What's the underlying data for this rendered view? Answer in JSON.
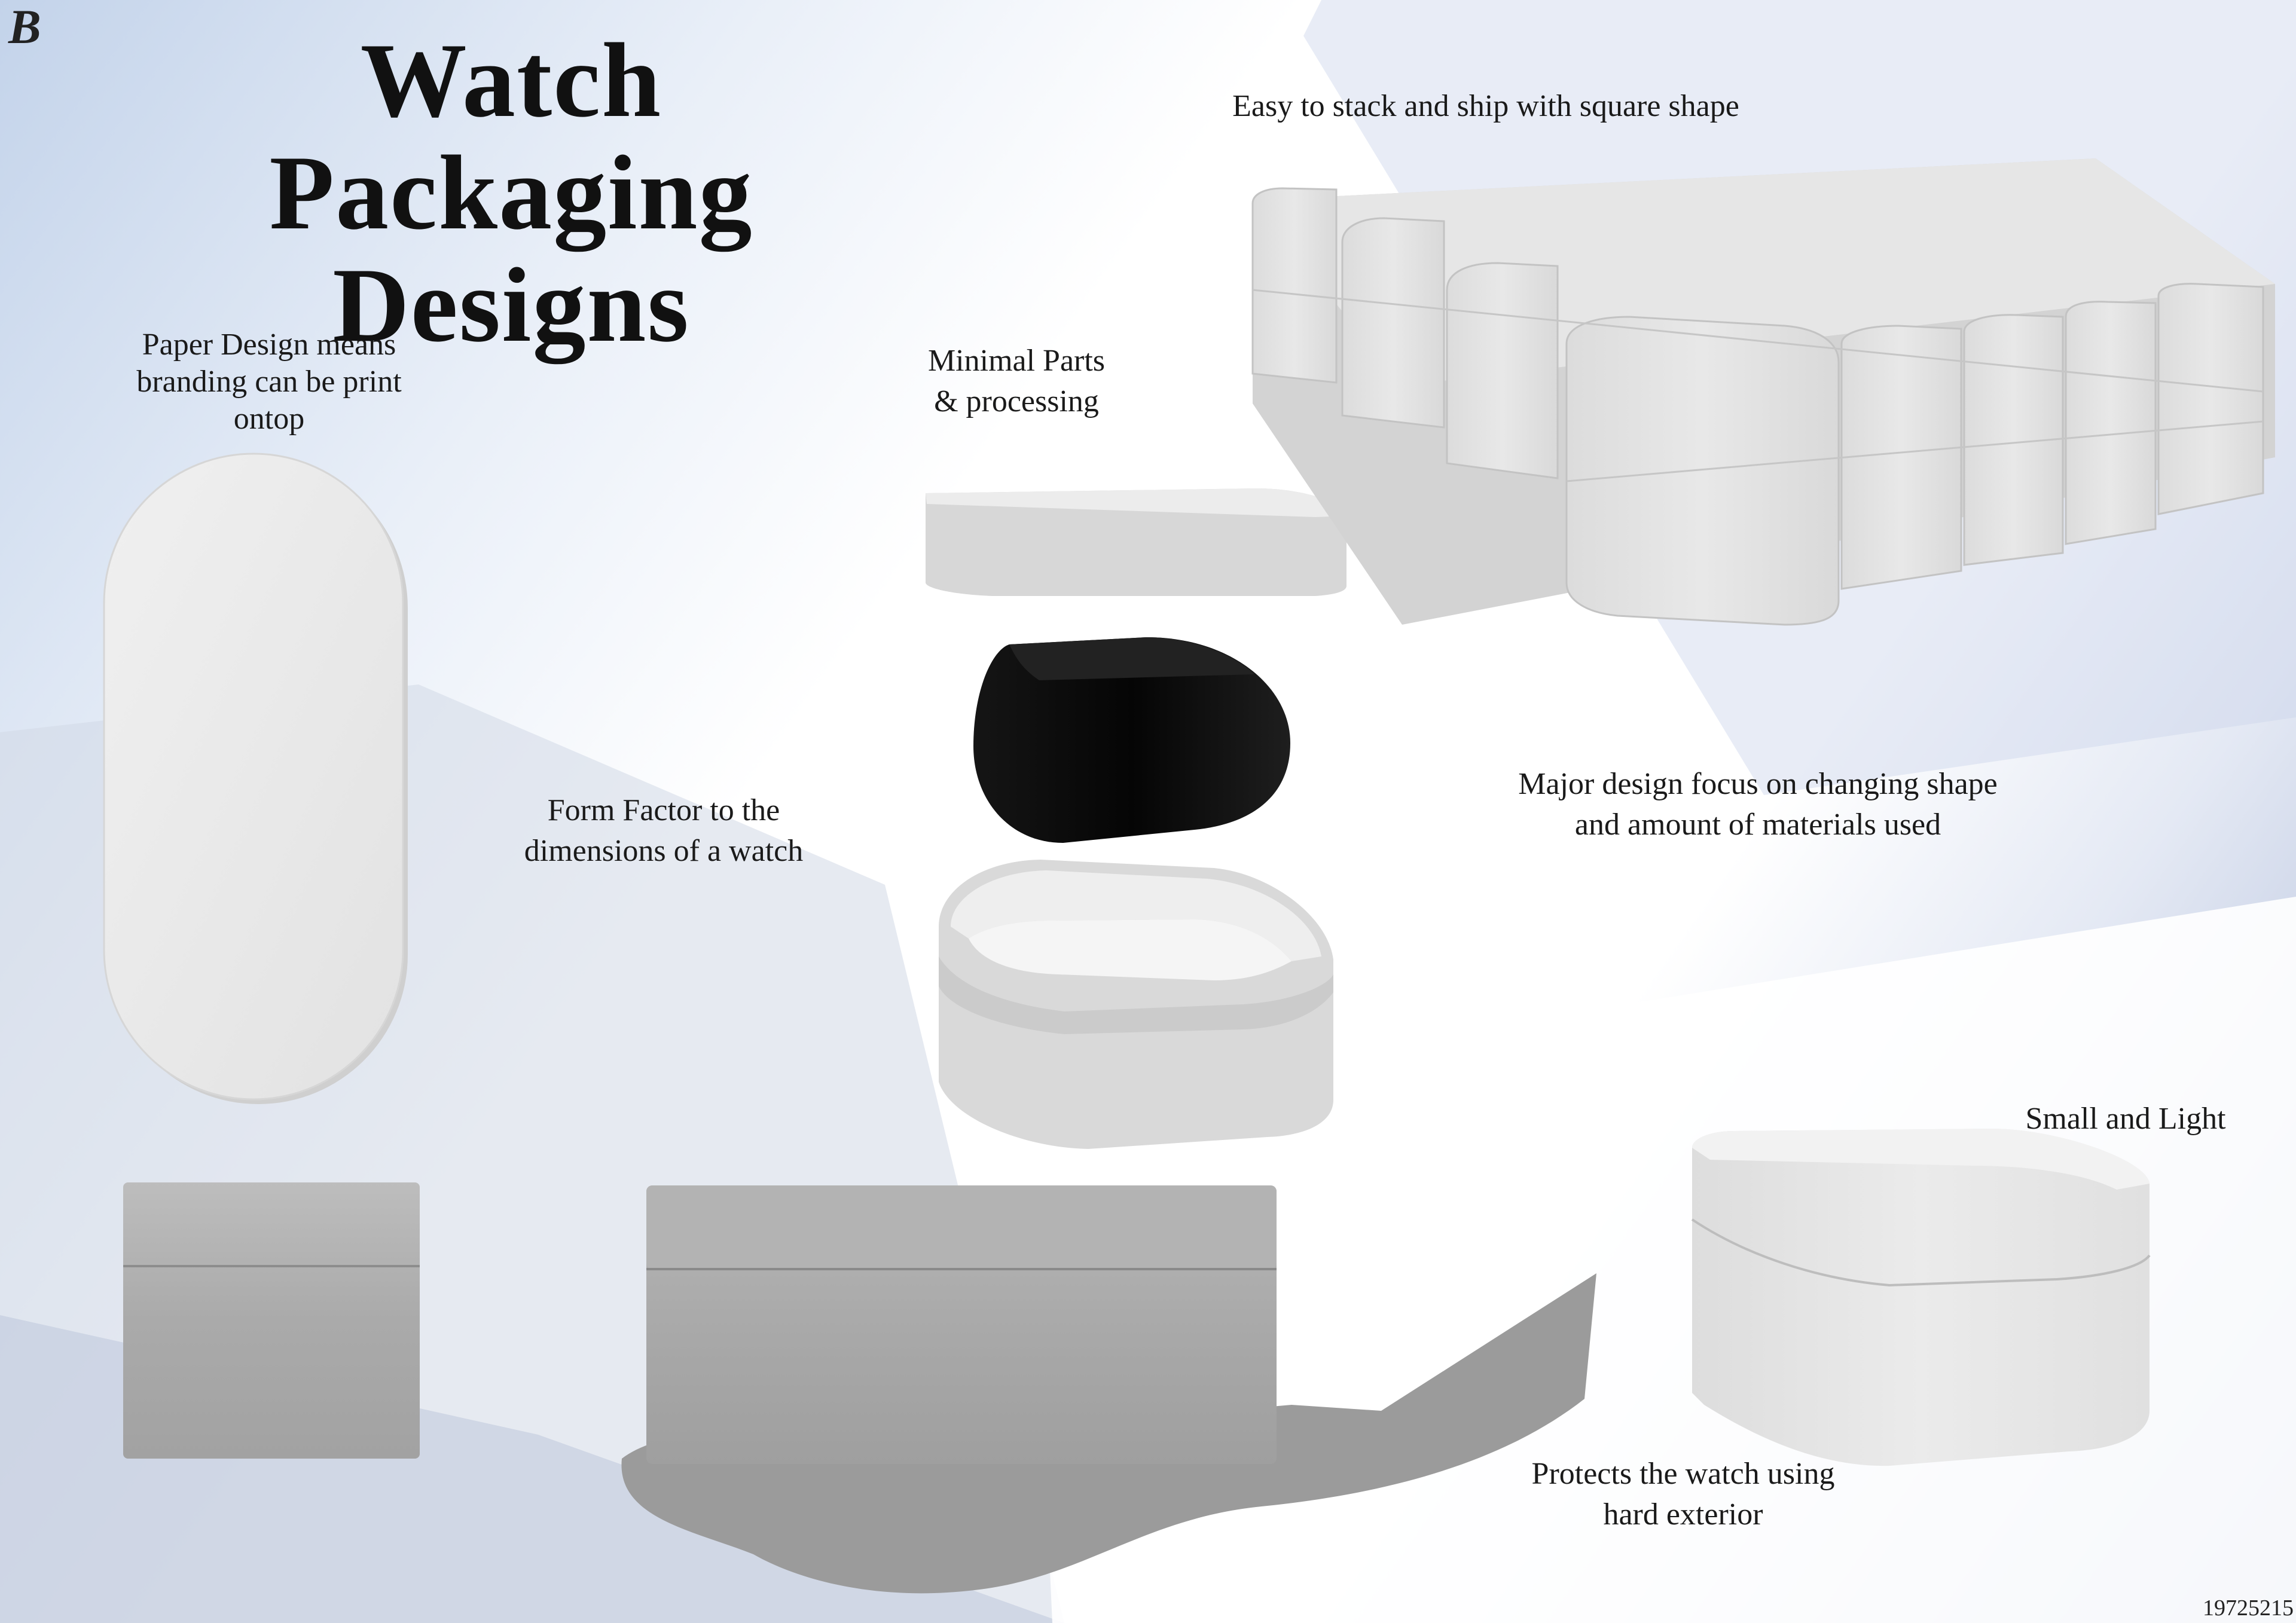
{
  "board": {
    "logo": "B",
    "title_lines": [
      "Watch Packaging",
      "Designs"
    ],
    "student_id": "19725215"
  },
  "captions": {
    "stack": [
      "Easy to stack and ship with square shape"
    ],
    "paper": [
      "Paper Design means",
      "branding can be print",
      "ontop"
    ],
    "minimal": [
      "Minimal Parts",
      "& processing"
    ],
    "form": [
      "Form Factor to the",
      "dimensions of a watch"
    ],
    "focus": [
      "Major design focus on changing shape",
      "and amount of materials used"
    ],
    "small": [
      "Small and Light"
    ],
    "protect": [
      "Protects the watch using",
      "hard exterior"
    ]
  },
  "colors": {
    "box_white": "#e6e6e6",
    "box_grey": "#a9a9a9",
    "insert_black": "#0c0c0c",
    "shadow": "#9b9b9b",
    "accent_blue": "#a3b1d3"
  }
}
